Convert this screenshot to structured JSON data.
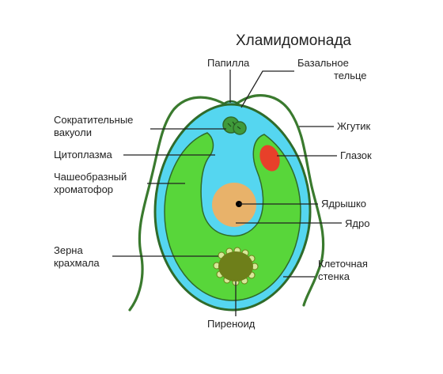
{
  "title": "Хламидомонада",
  "labels": {
    "papilla": "Папилла",
    "basal_body_1": "Базальное",
    "basal_body_2": "тельце",
    "vacuoles_1": "Сократительные",
    "vacuoles_2": "вакуоли",
    "flagellum": "Жгутик",
    "cytoplasm": "Цитоплазма",
    "eyespot": "Глазок",
    "chromatophore_1": "Чашеобразный",
    "chromatophore_2": "хроматофор",
    "nucleolus": "Ядрышко",
    "nucleus": "Ядро",
    "starch_1": "Зерна",
    "starch_2": "крахмала",
    "cell_wall_1": "Клеточная",
    "cell_wall_2": "стенка",
    "pyrenoid": "Пиреноид"
  },
  "colors": {
    "cell_wall_outline": "#2f6b2a",
    "flagellum": "#3a7a2e",
    "cytoplasm": "#55d6f0",
    "chromatophore": "#58d63a",
    "nucleus": "#e8b26a",
    "nucleolus": "#000000",
    "eyespot": "#e8402a",
    "pyrenoid": "#6e7f1a",
    "starch_grain": "#d7e89a",
    "vacuole": "#3f9a3a",
    "papilla": "#6fd0e6"
  }
}
